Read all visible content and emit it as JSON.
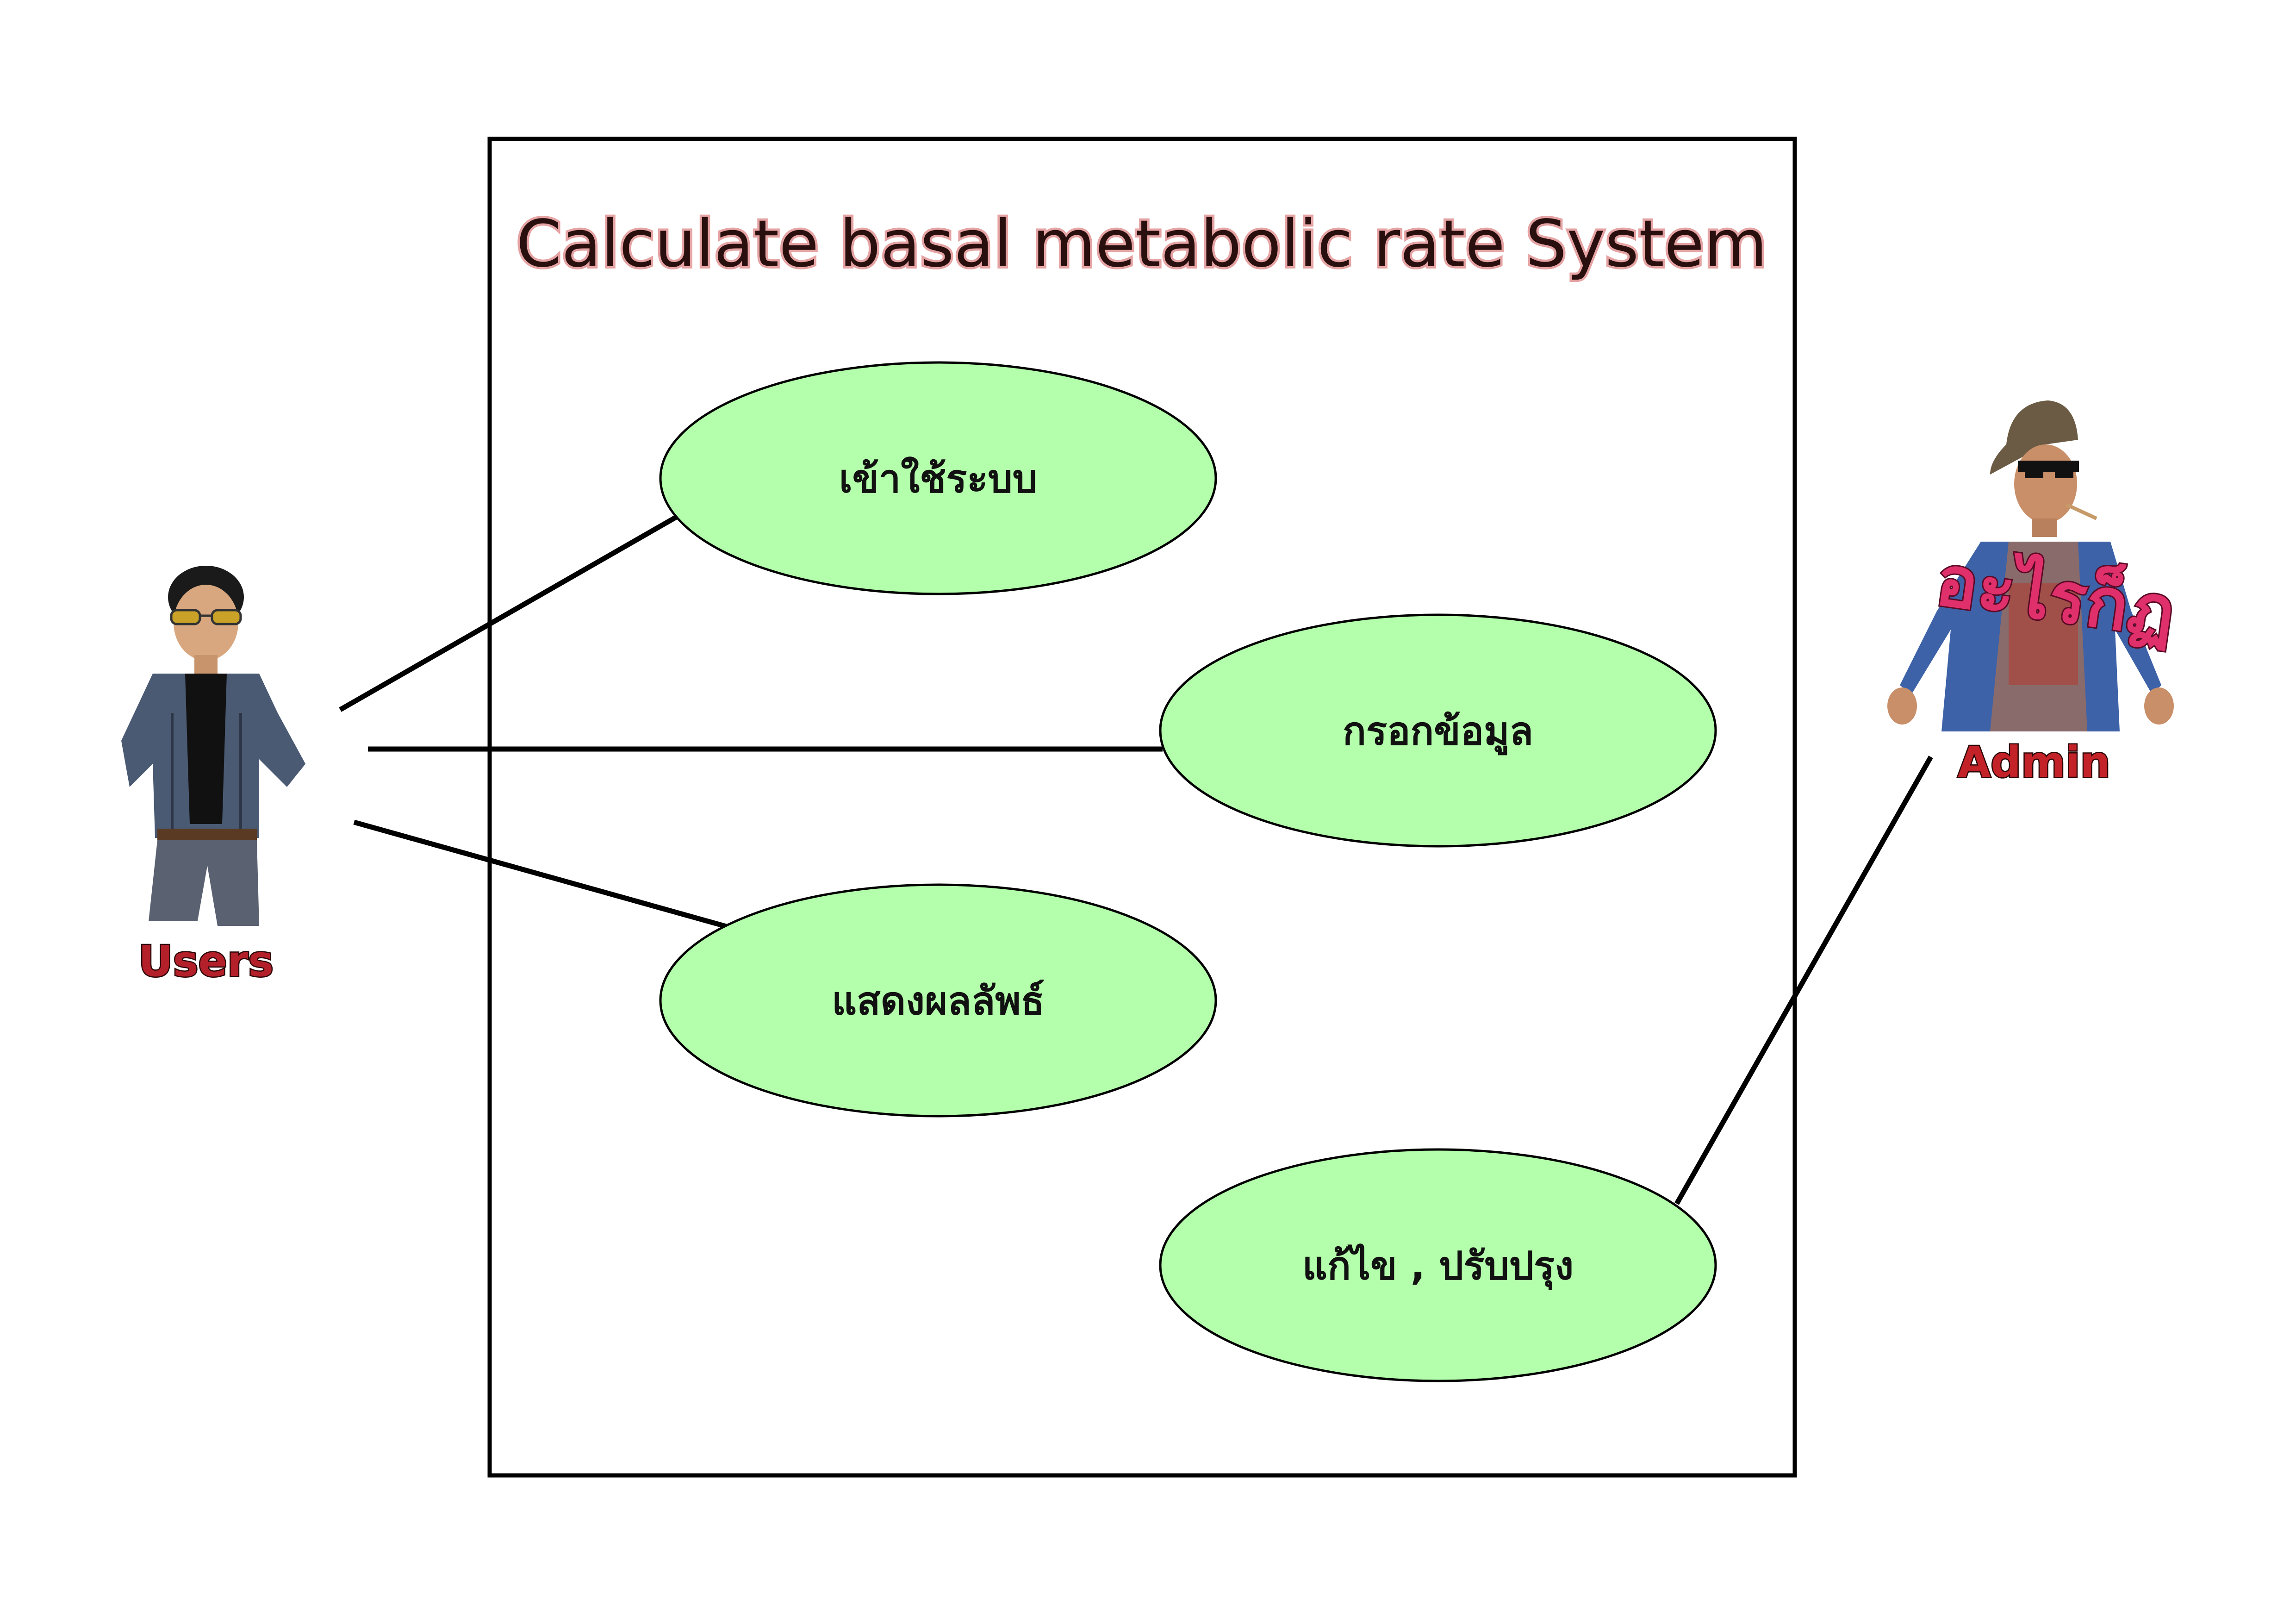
{
  "diagram": {
    "system_title": "Calculate basal metabolic rate System",
    "use_cases": [
      {
        "label": "เข้าใช้ระบบ"
      },
      {
        "label": "กรอกข้อมูล"
      },
      {
        "label": "แสดงผลลัพธ์"
      },
      {
        "label": "แก้ไข , ปรับปรุง"
      }
    ],
    "actors": {
      "users": {
        "label": "Users"
      },
      "admin": {
        "label": "Admin",
        "sticker_text": "อะไรก็ฏ"
      }
    },
    "colors": {
      "usecase_fill": "#b4ffab",
      "line": "#000000",
      "actor_label": "#b3202a"
    }
  }
}
